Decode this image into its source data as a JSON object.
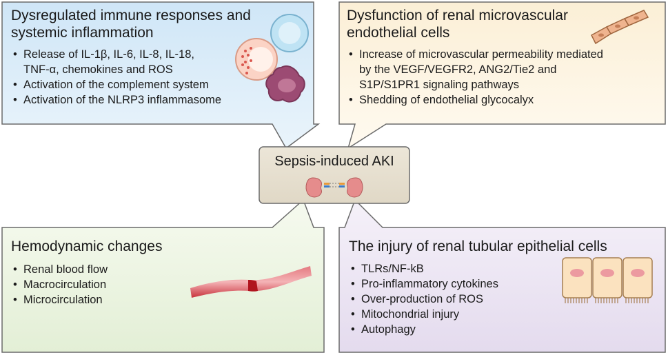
{
  "center": {
    "title": "Sepsis-induced AKI",
    "icon": "kidneys-icon"
  },
  "panels": {
    "immune": {
      "title_lines": [
        "Dysregulated immune responses and",
        "systemic inflammation"
      ],
      "bullets": [
        "Release of IL-1β, IL-6, IL-8, IL-18,",
        "TNF-α, chemokines and ROS",
        "Activation of the complement system",
        "Activation of the NLRP3 inflammasome"
      ],
      "icon": "immune-cells-icon",
      "color": "#ddeefa"
    },
    "endothelial": {
      "title_lines": [
        "Dysfunction of renal microvascular",
        "endothelial cells"
      ],
      "bullets": [
        "Increase of microvascular permeability mediated",
        "by the VEGF/VEGFR2, ANG2/Tie2 and",
        "S1P/S1PR1 signaling pathways",
        "Shedding of endothelial glycocalyx"
      ],
      "icon": "endothelial-cells-icon",
      "color": "#fdf5e3"
    },
    "hemodynamic": {
      "title": "Hemodynamic changes",
      "bullets": [
        "Renal blood flow",
        "Macrocirculation",
        "Microcirculation"
      ],
      "icon": "blood-vessel-icon",
      "color": "#eef5e4"
    },
    "tubular": {
      "title": "The injury of renal tubular epithelial cells",
      "bullets": [
        "TLRs/NF-kB",
        "Pro-inflammatory cytokines",
        "Over-production of ROS",
        "Mitochondrial injury",
        "Autophagy"
      ],
      "icon": "tubular-epithelial-cells-icon",
      "color": "#ece6f2"
    }
  }
}
